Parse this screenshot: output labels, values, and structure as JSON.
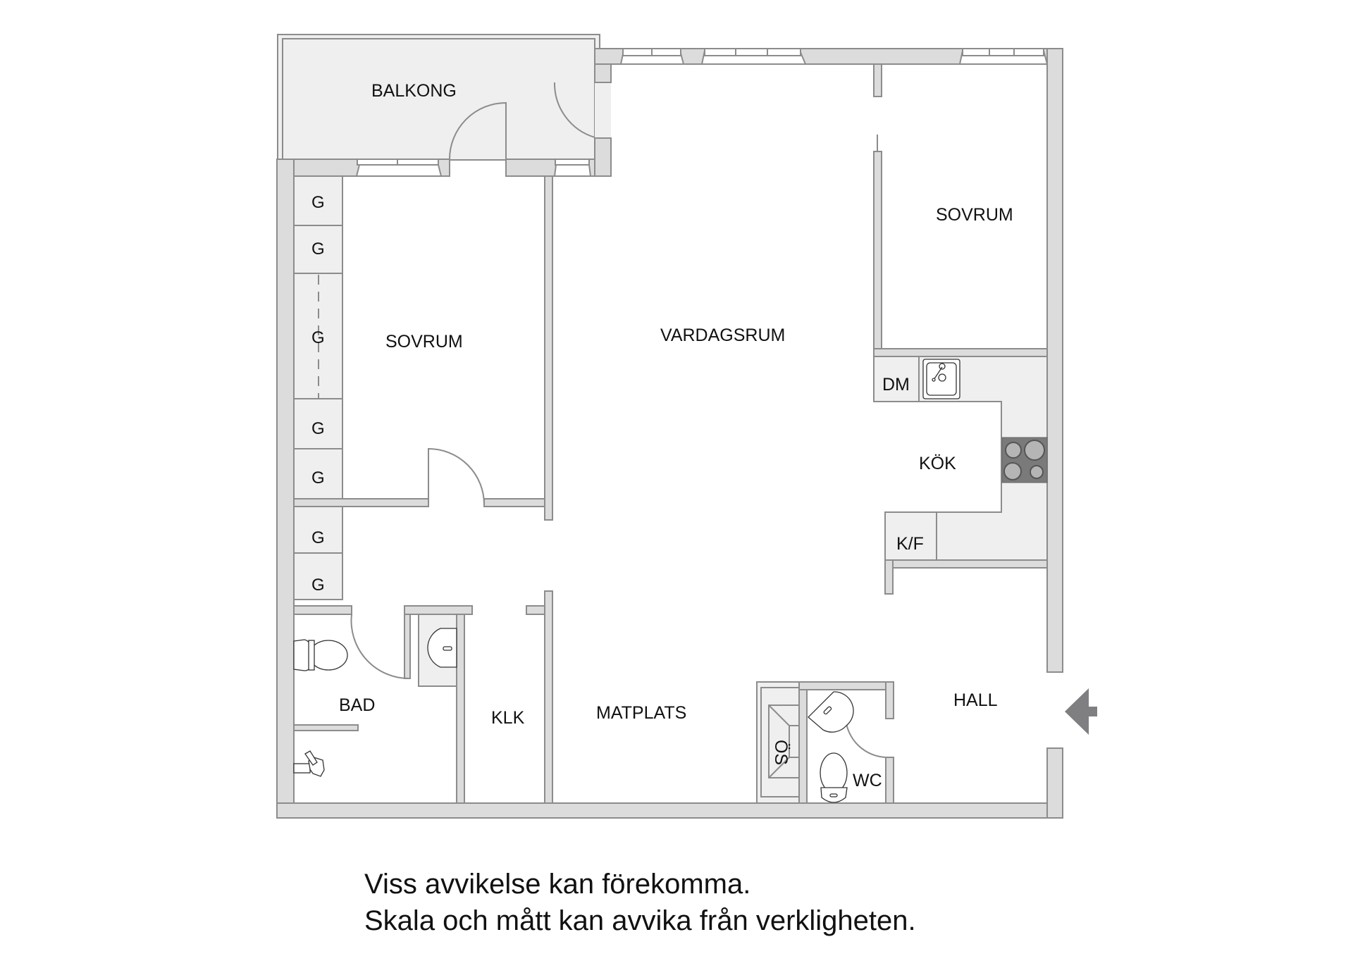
{
  "floorplan": {
    "rooms": {
      "balcony": "BALKONG",
      "bedroom_left": "SOVRUM",
      "living_room": "VARDAGSRUM",
      "bedroom_right": "SOVRUM",
      "kitchen": "KÖK",
      "dishwasher": "DM",
      "fridge_freezer": "K/F",
      "hall": "HALL",
      "bathroom": "BAD",
      "walk_in_closet": "KLK",
      "dining_area": "MATPLATS",
      "toilet": "WC",
      "overhead_storage": "ÖS"
    },
    "closets": [
      "G",
      "G",
      "G",
      "G",
      "G",
      "G",
      "G"
    ],
    "entrance_arrow": "entrance-arrow",
    "colors": {
      "wall_fill": "#dcdcdc",
      "wall_stroke": "#8c8c8c",
      "fixture_fill": "#efefef",
      "stove": "#7a7a7a",
      "arrow": "#7f7f82"
    }
  },
  "disclaimer": {
    "line1": "Viss avvikelse kan förekomma.",
    "line2": "Skala och mått kan avvika från verkligheten."
  }
}
